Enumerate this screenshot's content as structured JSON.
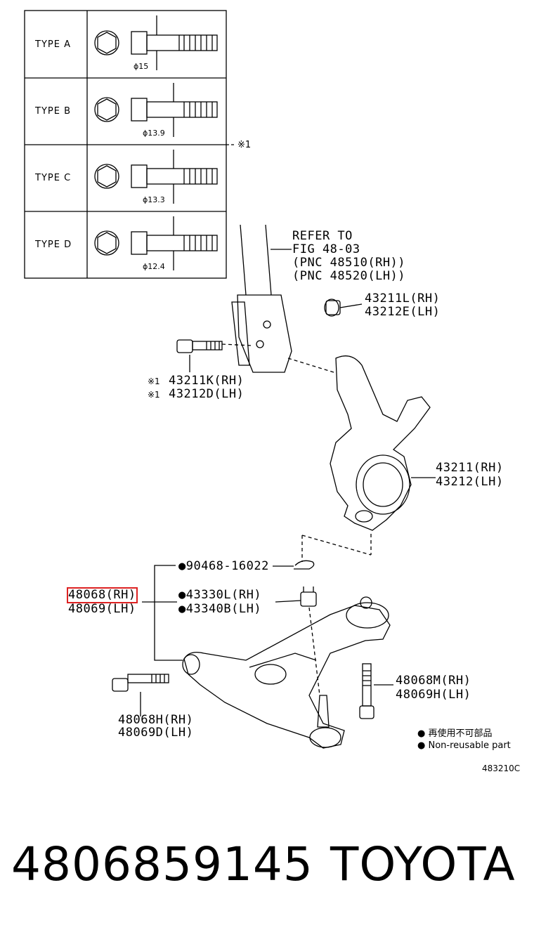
{
  "bolt_types": [
    {
      "label": "TYPE  A",
      "diameter": "ϕ15"
    },
    {
      "label": "TYPE  B",
      "diameter": "ϕ13.9"
    },
    {
      "label": "TYPE  C",
      "diameter": "ϕ13.3"
    },
    {
      "label": "TYPE  D",
      "diameter": "ϕ12.4"
    }
  ],
  "note_mark": "※1",
  "refer": {
    "line1": "REFER TO",
    "line2": "FIG 48-03",
    "line3": "(PNC 48510(RH))",
    "line4": "(PNC 48520(LH))"
  },
  "parts": {
    "nut_rh": "43211L(RH)",
    "nut_lh": "43212E(LH)",
    "bolt_rh": "43211K(RH)",
    "bolt_lh": "43212D(LH)",
    "bolt_mark": "※1",
    "knuckle_rh": "43211(RH)",
    "knuckle_lh": "43212(LH)",
    "cotter_pin": "●90468-16022",
    "castle_nut_rh": "●43330L(RH)",
    "castle_nut_lh": "●43340B(LH)",
    "arm_rh": "48068(RH)",
    "arm_lh": "48069(LH)",
    "rear_bolt_rh": "48068M(RH)",
    "rear_bolt_lh": "48069H(LH)",
    "front_bolt_rh": "48068H(RH)",
    "front_bolt_lh": "48069D(LH)"
  },
  "legend": {
    "line1": "● 再使用不可部品",
    "line2": "● Non-reusable part"
  },
  "figure_code": "483210C",
  "footer": {
    "part_number": "4806859145",
    "brand": "TOYOTA"
  }
}
